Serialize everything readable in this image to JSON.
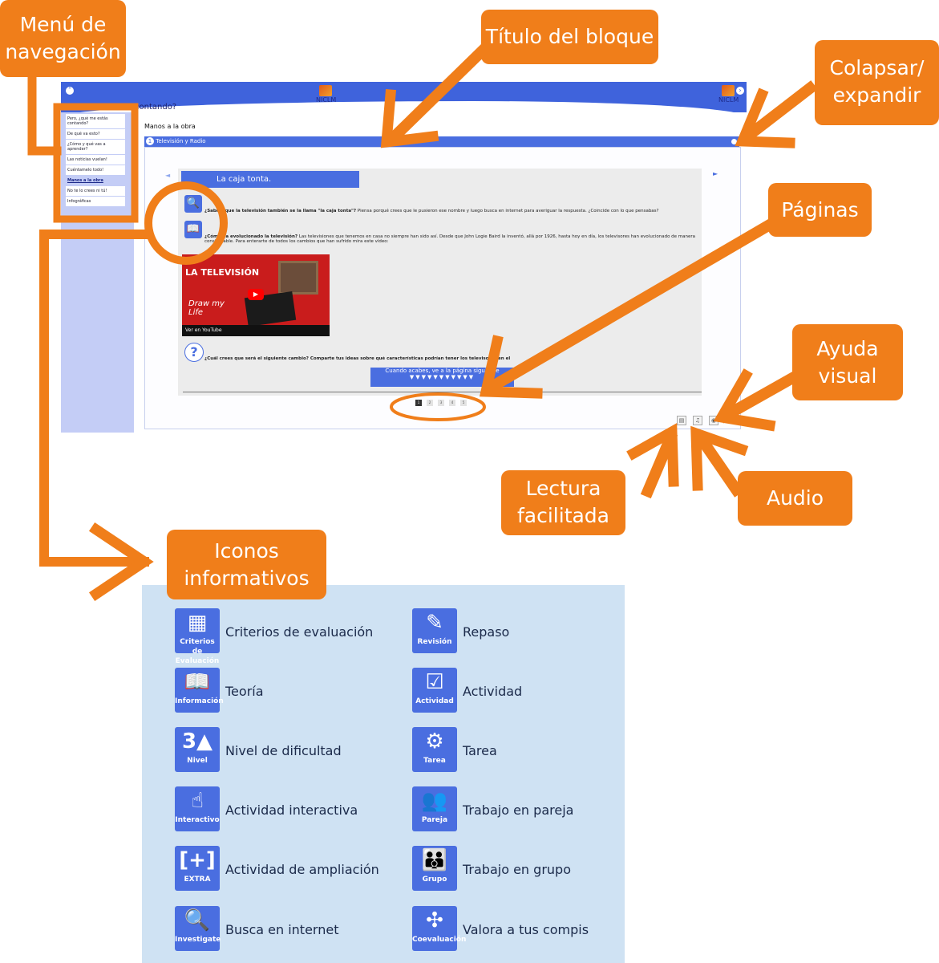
{
  "window": {
    "topbar_title": "contando?",
    "logo_text": "NICLM",
    "collapse_icon": "chevron-up-icon",
    "expand_icon": "chevron-right-icon"
  },
  "menu": {
    "items": [
      {
        "label": "Pero, ¿qué me estás contando?"
      },
      {
        "label": "De qué va esto?"
      },
      {
        "label": "¿Cómo y qué vas a aprender?"
      },
      {
        "label": "Las noticias vuelan!"
      },
      {
        "label": "Cuéntamelo todo!"
      },
      {
        "label": "Manos a la obra",
        "active": true
      },
      {
        "label": "No te lo crees ni tú!"
      },
      {
        "label": "Infográficas"
      }
    ]
  },
  "main": {
    "title": "Manos a la obra",
    "block_number": "1",
    "block_title": "Televisión y Radio",
    "section_title": "La caja tonta.",
    "p1_bold": "¿Sabías que la televisión también se la llama \"la caja tonta\"?",
    "p1_rest": "Piensa porqué crees que le pusieron ese nombre y luego busca en internet para averiguar la respuesta. ¿Coincide con lo que pensabas?",
    "p2_bold": "¿Cómo ha evolucionado la televisión?",
    "p2_rest": "Las televisiones que tenemos en casa no siempre han sido así. Desde que John Logie Baird la inventó, allá por 1926, hasta hoy en día, los televisores han evolucionado de manera considerable. Para enterarte de todos los cambios que han sufrido mira este vídeo:",
    "video_heading": "LA TELEVISIÓN",
    "video_channel": "Draw my Life",
    "video_watch": "Ver en YouTube",
    "p3_bold": "¿Cuál crees que será el siguiente cambio? Comparte tus ideas sobre qué características podrían tener los televisores en el",
    "next_button": "Cuando acabes, ve a la página siguiente",
    "pages": [
      "1",
      "2",
      "3",
      "4",
      "5"
    ],
    "icon_search_label": "Investigate"
  },
  "callouts": {
    "menu": "Menú de navegación",
    "block_title": "Título del bloque",
    "collapse": "Colapsar/ expandir",
    "pages": "Páginas",
    "visual_help": "Ayuda visual",
    "easy_reading": "Lectura facilitada",
    "audio": "Audio",
    "info_icons": "Iconos informativos"
  },
  "legend": {
    "left": [
      {
        "icon": "table-icon",
        "glyph": "▦",
        "sub": "Criterios de Evaluación",
        "label": "Criterios de evaluación"
      },
      {
        "icon": "book-icon",
        "glyph": "📖",
        "sub": "Información",
        "label": "Teoría"
      },
      {
        "icon": "level-icon",
        "glyph": "3▲",
        "sub": "Nivel",
        "label": "Nivel de dificultad"
      },
      {
        "icon": "touch-icon",
        "glyph": "☝",
        "sub": "Interactivo",
        "label": "Actividad interactiva"
      },
      {
        "icon": "extra-icon",
        "glyph": "[+]",
        "sub": "EXTRA",
        "label": "Actividad de ampliación"
      },
      {
        "icon": "magnifier-icon",
        "glyph": "🔍",
        "sub": "Investigate",
        "label": "Busca en internet"
      }
    ],
    "right": [
      {
        "icon": "pencil-icon",
        "glyph": "✎",
        "sub": "Revisión",
        "label": "Repaso"
      },
      {
        "icon": "checklist-icon",
        "glyph": "☑",
        "sub": "Actividad",
        "label": "Actividad"
      },
      {
        "icon": "gears-icon",
        "glyph": "⚙",
        "sub": "Tarea",
        "label": "Tarea"
      },
      {
        "icon": "pair-icon",
        "glyph": "👥",
        "sub": "Pareja",
        "label": "Trabajo en pareja"
      },
      {
        "icon": "group-icon",
        "glyph": "👪",
        "sub": "Grupo",
        "label": "Trabajo en grupo"
      },
      {
        "icon": "network-icon",
        "glyph": "✣",
        "sub": "Coevaluación",
        "label": "Valora a tus compis"
      }
    ]
  },
  "colors": {
    "accent_orange": "#f07e1a",
    "app_blue": "#4a6ee0",
    "legend_bg": "#cfe2f3"
  }
}
